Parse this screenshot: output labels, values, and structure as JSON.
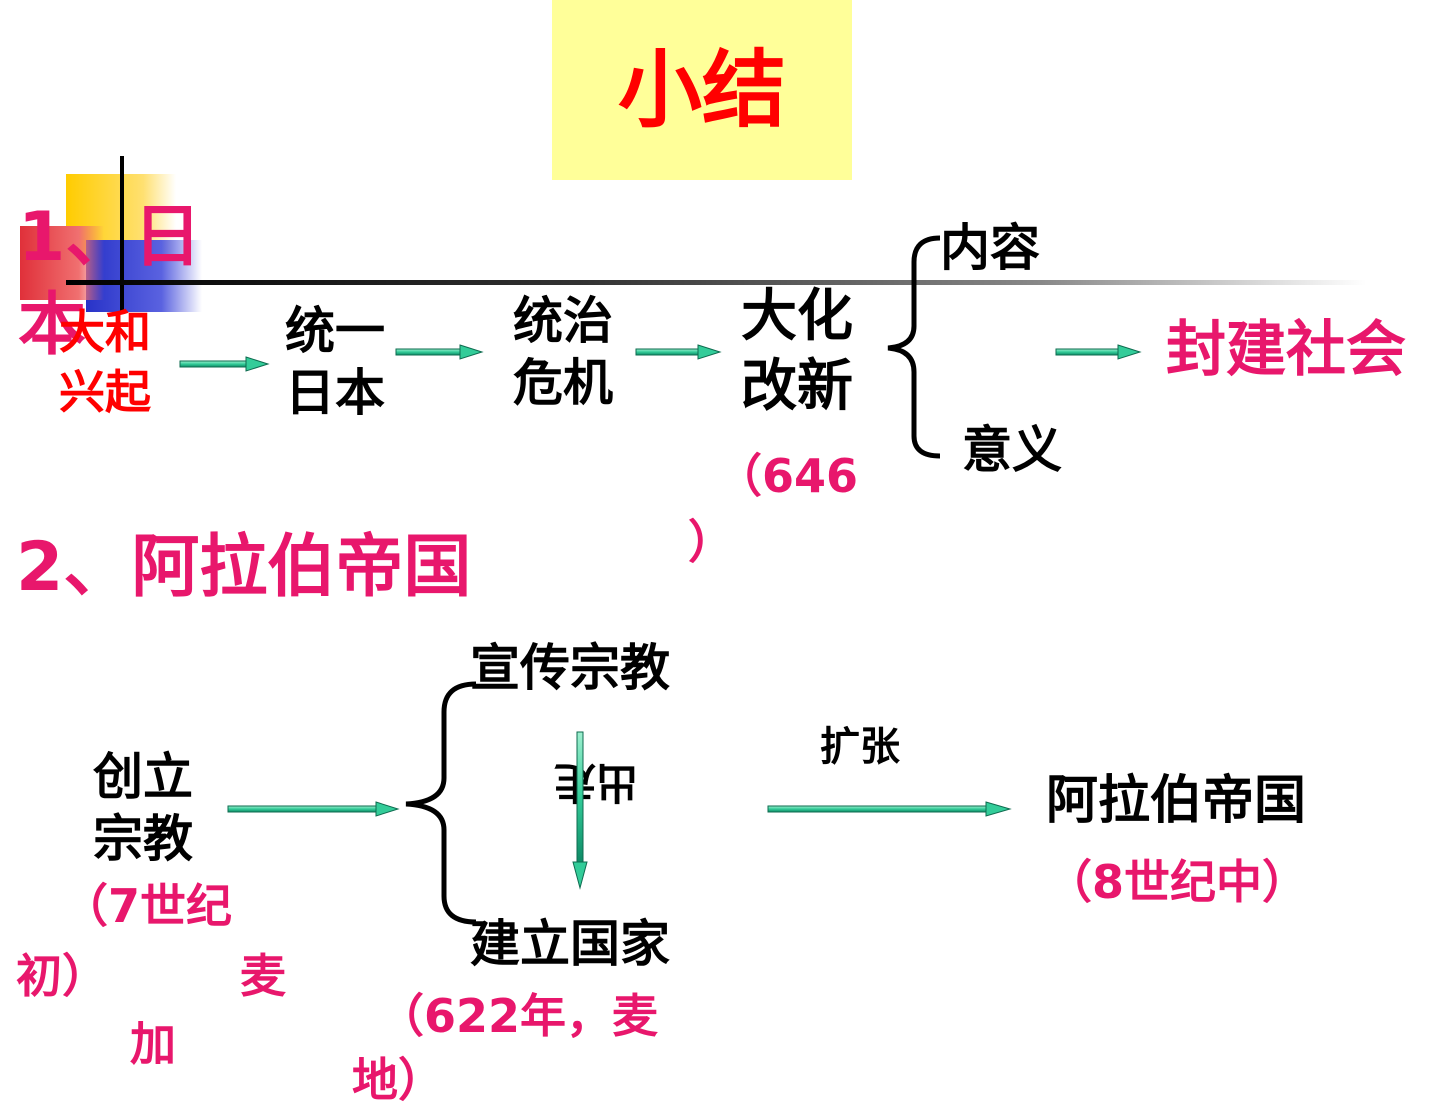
{
  "title": "小结",
  "section1": {
    "heading": "1、日本",
    "rise_label": [
      "大和",
      "兴起"
    ],
    "unify_label": [
      "统一",
      "日本"
    ],
    "crisis_label": [
      "统治",
      "危机"
    ],
    "reform_label": [
      "大化",
      "改新"
    ],
    "reform_year": [
      "（646",
      "）"
    ],
    "content_label": "内容",
    "meaning_label": "意义",
    "result_label": "封建社会"
  },
  "section2": {
    "heading": "2、阿拉伯帝国",
    "found_label": [
      "创立",
      "宗教"
    ],
    "found_time": [
      "（7世纪",
      "初）",
      "麦",
      "加"
    ],
    "preach_label": "宣传宗教",
    "migrate_label": "出走",
    "state_label": "建立国家",
    "state_time": [
      "（622年，麦",
      "地）"
    ],
    "expand_label": "扩张",
    "empire_label": "阿拉伯帝国",
    "empire_time": "（8世纪中）"
  },
  "colors": {
    "title_bg": "#ffff99",
    "title_text": "#ff0000",
    "heading_pink": "#e8176c",
    "rise_red": "#ff0000",
    "arrow_fill": "#33cc99"
  }
}
